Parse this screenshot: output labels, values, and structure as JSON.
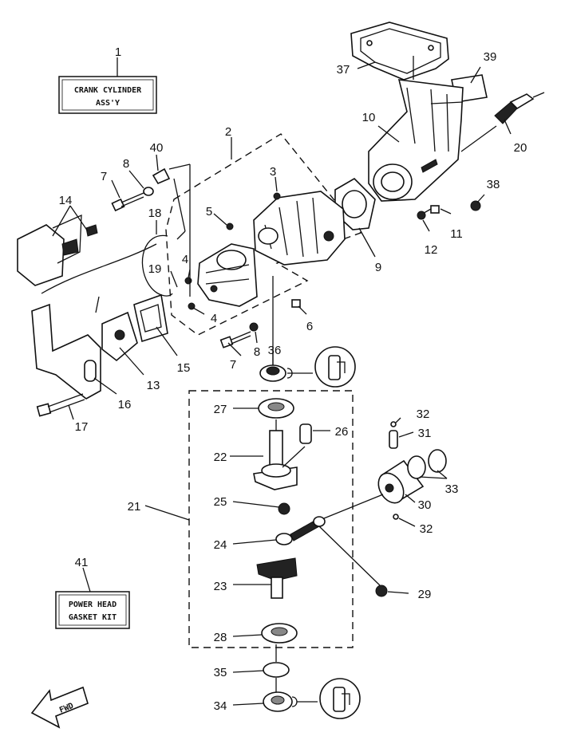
{
  "labels": {
    "p1": "1",
    "p2": "2",
    "p3": "3",
    "p4a": "4",
    "p4b": "4",
    "p5": "5",
    "p6": "6",
    "p7a": "7",
    "p7b": "7",
    "p8a": "8",
    "p8b": "8",
    "p9": "9",
    "p10": "10",
    "p11": "11",
    "p12": "12",
    "p13": "13",
    "p14": "14",
    "p15": "15",
    "p16": "16",
    "p17": "17",
    "p18": "18",
    "p19": "19",
    "p20": "20",
    "p21": "21",
    "p22": "22",
    "p23": "23",
    "p24": "24",
    "p25": "25",
    "p26": "26",
    "p27": "27",
    "p28": "28",
    "p29": "29",
    "p30": "30",
    "p31": "31",
    "p32a": "32",
    "p32b": "32",
    "p33": "33",
    "p34": "34",
    "p35": "35",
    "p36": "36",
    "p37": "37",
    "p38": "38",
    "p39": "39",
    "p40": "40",
    "p41": "41"
  },
  "boxes": {
    "crank_cylinder_line1": "CRANK CYLINDER",
    "crank_cylinder_line2": "ASS'Y",
    "gasket_kit_line1": "POWER HEAD",
    "gasket_kit_line2": "GASKET KIT"
  },
  "fwd_label": "FWD"
}
